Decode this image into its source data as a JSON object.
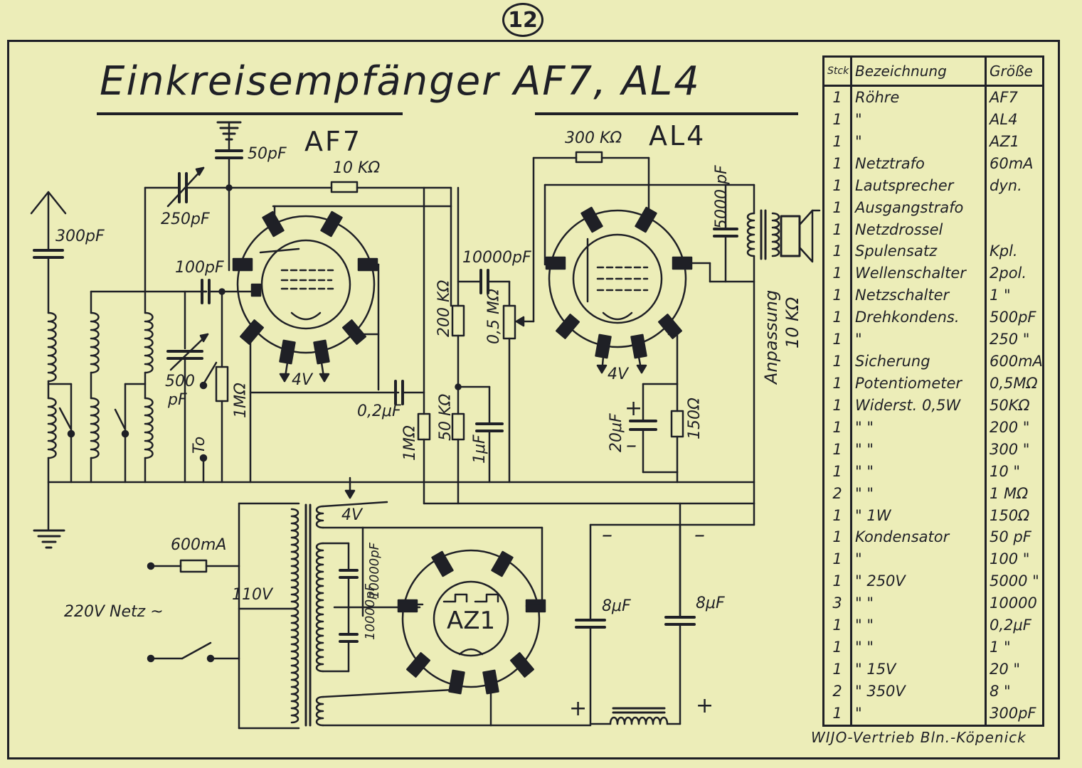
{
  "page_number": "12",
  "title": "Einkreisempfänger AF7, AL4",
  "tubes": {
    "af7": "AF7",
    "al4": "AL4",
    "az1": "AZ1"
  },
  "labels": {
    "c_300pf": "300pF",
    "c_50pf": "50pF",
    "c_250pf": "250pF",
    "r_10k": "10 KΩ",
    "c_100pf": "100pF",
    "c_500pf_a": "500",
    "c_500pf_b": "pF",
    "r_1m": "1MΩ",
    "to": "To",
    "heater_4v_af7": "4V",
    "c_0_2uf": "0,2μF",
    "r_300k": "300 KΩ",
    "c_10000pf": "10000pF",
    "r_200k": "200 KΩ",
    "pot_0_5m": "0,5 MΩ",
    "r_50k": "50 KΩ",
    "r_1m_2": "1MΩ",
    "c_1uf": "1μF",
    "heater_4v_al4": "4V",
    "c_20uf": "20μF",
    "r_150": "150Ω",
    "c_5000pf": "5000 pF",
    "anpassung": "Anpassung",
    "anpassung_val": "10 KΩ",
    "heater_4v_tr": "4V",
    "fuse_600ma": "600mA",
    "tap_110v": "110V",
    "mains": "220V Netz ~",
    "c_10000pf_a": "10000pF",
    "c_10000pf_b": "10000pF",
    "c_8uf_a": "8μF",
    "c_8uf_b": "8μF",
    "minus_a": "–",
    "minus_b": "–",
    "plus_a": "+",
    "plus_b": "+",
    "plus_c": "+",
    "minus_c": "–"
  },
  "parts_list": {
    "headers": {
      "qty": "Stck",
      "name": "Bezeichnung",
      "size": "Größe"
    },
    "rows": [
      {
        "qty": "1",
        "name": "Röhre",
        "size": "AF7"
      },
      {
        "qty": "1",
        "name": "\"",
        "size": "AL4"
      },
      {
        "qty": "1",
        "name": "\"",
        "size": "AZ1"
      },
      {
        "qty": "1",
        "name": "Netztrafo",
        "size": "60mA"
      },
      {
        "qty": "1",
        "name": "Lautsprecher",
        "size": "dyn."
      },
      {
        "qty": "1",
        "name": "Ausgangstrafo",
        "size": ""
      },
      {
        "qty": "1",
        "name": "Netzdrossel",
        "size": ""
      },
      {
        "qty": "1",
        "name": "Spulensatz",
        "size": "Kpl."
      },
      {
        "qty": "1",
        "name": "Wellenschalter",
        "size": "2pol."
      },
      {
        "qty": "1",
        "name": "Netzschalter",
        "size": "1 \""
      },
      {
        "qty": "1",
        "name": "Drehkondens.",
        "size": "500pF"
      },
      {
        "qty": "1",
        "name": "\"",
        "size": "250 \""
      },
      {
        "qty": "1",
        "name": "Sicherung",
        "size": "600mA"
      },
      {
        "qty": "1",
        "name": "Potentiometer",
        "size": "0,5MΩ"
      },
      {
        "qty": "1",
        "name": "Widerst. 0,5W",
        "size": "50KΩ"
      },
      {
        "qty": "1",
        "name": "\"       \"",
        "size": "200 \""
      },
      {
        "qty": "1",
        "name": "\"       \"",
        "size": "300 \""
      },
      {
        "qty": "1",
        "name": "\"       \"",
        "size": "10 \""
      },
      {
        "qty": "2",
        "name": "\"       \"",
        "size": "1 MΩ"
      },
      {
        "qty": "1",
        "name": "\"     1W",
        "size": "150Ω"
      },
      {
        "qty": "1",
        "name": "Kondensator",
        "size": "50 pF"
      },
      {
        "qty": "1",
        "name": "\"",
        "size": "100 \""
      },
      {
        "qty": "1",
        "name": "\"   250V",
        "size": "5000 \""
      },
      {
        "qty": "3",
        "name": "\"       \"",
        "size": "10000 \""
      },
      {
        "qty": "1",
        "name": "\"       \"",
        "size": "0,2μF"
      },
      {
        "qty": "1",
        "name": "\"       \"",
        "size": "1 \""
      },
      {
        "qty": "1",
        "name": "\"    15V",
        "size": "20 \""
      },
      {
        "qty": "2",
        "name": "\"   350V",
        "size": "8 \""
      },
      {
        "qty": "1",
        "name": "\"",
        "size": "300pF"
      }
    ]
  },
  "footer": "WIJO-Vertrieb Bln.-Köpenick"
}
